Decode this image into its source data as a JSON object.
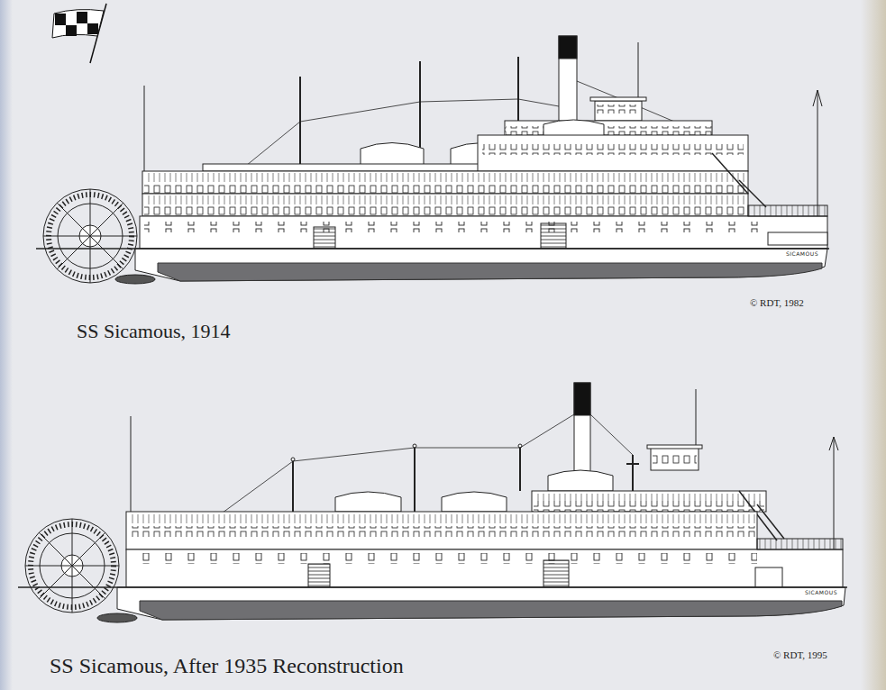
{
  "diagram": {
    "labels": [
      "SICAMOUS",
      "© RDT, 1982",
      "SS Sicamous, 1914",
      "SICAMOUS",
      "© RDT, 1995",
      "SS Sicamous, After 1935 Reconstruction"
    ]
  }
}
